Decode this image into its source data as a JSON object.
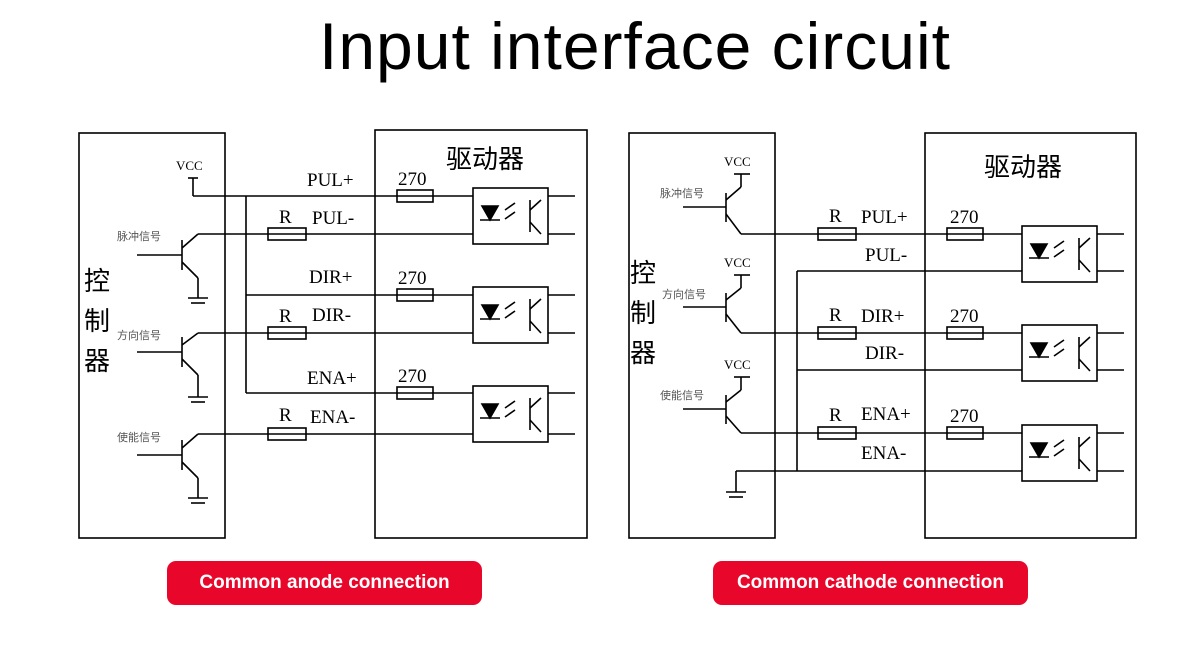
{
  "title": "Input interface circuit",
  "left": {
    "caption": "Common anode connection",
    "controller": "控制器",
    "driver": "驱动器",
    "signals": [
      "脉冲信号",
      "方向信号",
      "使能信号"
    ],
    "vcc": "VCC",
    "pins": [
      "PUL+",
      "PUL-",
      "DIR+",
      "DIR-",
      "ENA+",
      "ENA-"
    ],
    "resistor_r": "R",
    "resistor_270": "270"
  },
  "right": {
    "caption": "Common cathode connection",
    "controller": "控制器",
    "driver": "驱动器",
    "signals": [
      "脉冲信号",
      "方向信号",
      "使能信号"
    ],
    "vcc": "VCC",
    "pins": [
      "PUL+",
      "PUL-",
      "DIR+",
      "DIR-",
      "ENA+",
      "ENA-"
    ],
    "resistor_r": "R",
    "resistor_270": "270"
  }
}
